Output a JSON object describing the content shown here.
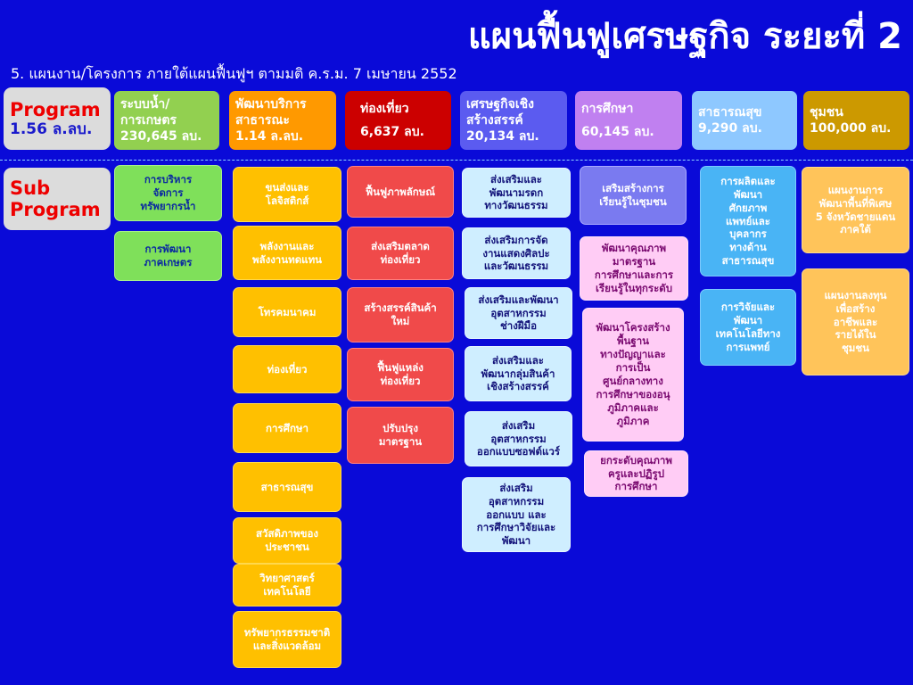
{
  "title": "แผนฟื้นฟูเศรษฐกิจ ระยะที่ 2",
  "subtitle": "5. แผนงาน/โครงการ ภายใต้แผนฟื้นฟูฯ ตามมติ ค.ร.ม. 7 เมษายน 2552",
  "program_label": {
    "title": "Program",
    "value": "1.56 ล.ลบ."
  },
  "subprogram_label": {
    "line1": "Sub",
    "line2": "Program"
  },
  "programs": [
    {
      "title": "ระบบน้ำ/การเกษตร",
      "title_line1": "ระบบน้ำ/",
      "title_line2": "การเกษตร",
      "value": "230,645 ลบ.",
      "color": "#92d050"
    },
    {
      "title_line1": "พัฒนาบริการ",
      "title_line2": "สาธารณะ",
      "value": "1.14 ล.ลบ.",
      "color": "#ff9900"
    },
    {
      "title_line1": "ท่องเที่ยว",
      "value": "6,637 ลบ.",
      "color": "#cc0000"
    },
    {
      "title_line1": "เศรษฐกิจเชิง",
      "title_line2": "สร้างสรรค์",
      "value": "20,134 ลบ.",
      "color": "#5b5bf0"
    },
    {
      "title_line1": "การศึกษา",
      "value": "60,145 ลบ.",
      "color": "#c080f0"
    },
    {
      "title_line1": "สาธารณสุข",
      "value": "9,290 ลบ.",
      "color": "#8ec8ff"
    },
    {
      "title_line1": "ชุมชน",
      "value": "100,000 ลบ.",
      "color": "#cc9900"
    }
  ],
  "subprograms": {
    "water_agri": [
      [
        "การบริหาร",
        "จัดการ",
        "ทรัพยากรน้ำ"
      ],
      [
        "การพัฒนา",
        "ภาคเกษตร"
      ]
    ],
    "public_services": [
      [
        "ขนส่งและ",
        "โลจิสติกส์"
      ],
      [
        "พลังงานและ",
        "พลังงานทดแทน"
      ],
      [
        "โทรคมนาคม"
      ],
      [
        "ท่องเที่ยว"
      ],
      [
        "การศึกษา"
      ],
      [
        "สาธารณสุข"
      ],
      [
        "สวัสดิภาพของ",
        "ประชาชน"
      ],
      [
        "วิทยาศาสตร์",
        "เทคโนโลยี"
      ],
      [
        "ทรัพยากรธรรมชาติ",
        "และสิ่งแวดล้อม"
      ]
    ],
    "tourism": [
      [
        "ฟื้นฟูภาพลักษณ์"
      ],
      [
        "ส่งเสริมตลาด",
        "ท่องเที่ยว"
      ],
      [
        "สร้างสรรค์สินค้า",
        "ใหม่"
      ],
      [
        "ฟื้นฟูแหล่ง",
        "ท่องเที่ยว"
      ],
      [
        "ปรับปรุง",
        "มาตรฐาน"
      ]
    ],
    "creative_economy": [
      [
        "ส่งเสริมและ",
        "พัฒนามรดก",
        "ทางวัฒนธรรม"
      ],
      [
        "ส่งเสริมการจัด",
        "งานแสดงศิลปะ",
        "และวัฒนธรรม"
      ],
      [
        "ส่งเสริมและพัฒนา",
        "อุตสาหกรรม",
        "ช่างฝีมือ"
      ],
      [
        "ส่งเสริมและ",
        "พัฒนากลุ่มสินค้า",
        "เชิงสร้างสรรค์"
      ],
      [
        "ส่งเสริม",
        "อุตสาหกรรม",
        "ออกแบบซอฟต์แวร์"
      ],
      [
        "ส่งเสริม",
        "อุตสาหกรรม",
        "ออกแบบ และ",
        "การศึกษาวิจัยและ",
        "พัฒนา"
      ]
    ],
    "education": [
      [
        "เสริมสร้างการ",
        "เรียนรู้ในชุมชน"
      ],
      [
        "พัฒนาคุณภาพ",
        "มาตรฐาน",
        "การศึกษาและการ",
        "เรียนรู้ในทุกระดับ"
      ],
      [
        "พัฒนาโครงสร้าง",
        "พื้นฐาน",
        "ทางปัญญาและ",
        "การเป็น",
        "ศูนย์กลางทาง",
        "การศึกษาของอนุ",
        "ภูมิภาคและ",
        "ภูมิภาค"
      ],
      [
        "ยกระดับคุณภาพ",
        "ครูและปฏิรูป",
        "การศึกษา"
      ]
    ],
    "public_health": [
      [
        "การผลิตและ",
        "พัฒนา",
        "ศักยภาพ",
        "แพทย์และ",
        "บุคลากร",
        "ทางด้าน",
        "สาธารณสุข"
      ],
      [
        "การวิจัยและ",
        "พัฒนา",
        "เทคโนโลยีทาง",
        "การแพทย์"
      ]
    ],
    "community": [
      [
        "แผนงานการ",
        "พัฒนาพื้นที่พิเศษ",
        "5 จังหวัดชายแดน",
        "ภาคใต้"
      ],
      [
        "แผนงานลงทุน",
        "เพื่อสร้าง",
        "อาชีพและ",
        "รายได้ใน",
        "ชุมชน"
      ]
    ]
  }
}
